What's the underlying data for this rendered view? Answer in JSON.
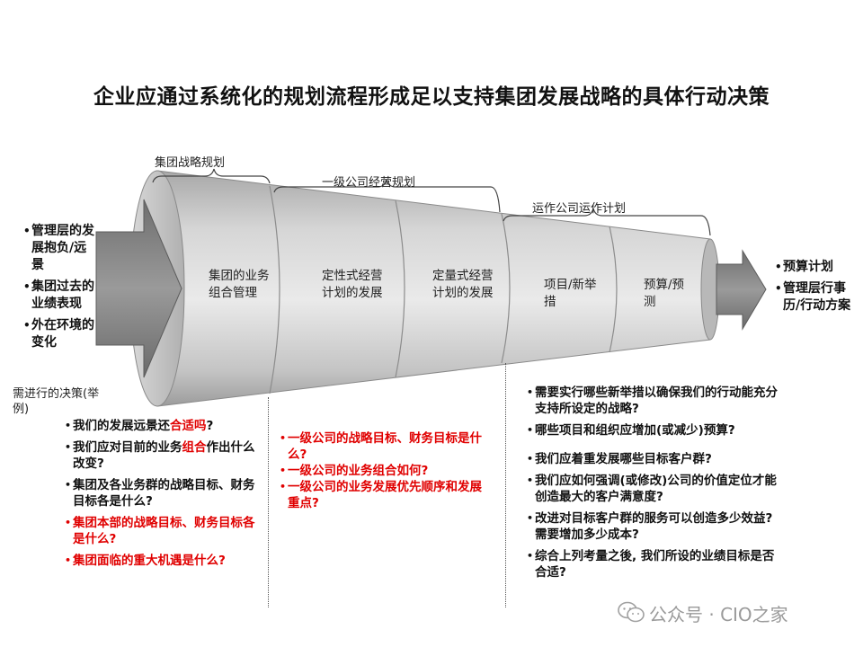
{
  "title": "企业应通过系统化的规划流程形成足以支持集团发展战略的具体行动决策",
  "phases": {
    "group_strategy": "集团战略规划",
    "tier1_business": "一级公司经营规划",
    "ops_plan": "运作公司运作计划"
  },
  "segments": [
    "集团的业务组合管理",
    "定性式经营计划的发展",
    "定量式经营计划的发展",
    "项目/新举措",
    "预算/预测"
  ],
  "inputs": [
    "管理层的发展抱负/远景",
    "集团过去的业绩表现",
    "外在环境的变化"
  ],
  "outputs": [
    "预算计划",
    "管理层行事历/行动方案"
  ],
  "decision_label": "需进行的决策(举例)",
  "group_questions": {
    "q1_prefix": "我们的发展远景还",
    "q1_red": "合适吗",
    "q1_suffix": "?",
    "q2_prefix": "我们应对目前的业务",
    "q2_red": "组合",
    "q2_suffix": "作出什么改变?",
    "q3": "集团及各业务群的战略目标、财务目标各是什么?",
    "q4": "集团本部的战略目标、财务目标各是什么?",
    "q5": "集团面临的重大机遇是什么?"
  },
  "tier1_questions": [
    "一级公司的战略目标、财务目标是什么?",
    "一级公司的业务组合如何?",
    "一级公司的业务发展优先顺序和发展重点?"
  ],
  "ops_questions": [
    "需要实行哪些新举措以确保我们的行动能充分支持所设定的战略?",
    "哪些项目和组织应增加(或减少)预算?",
    "我们应着重发展哪些目标客户群?",
    "我们应如何强调(或修改)公司的价值定位才能创造最大的客户满意度?",
    "改进对目标客户群的服务可以创造多少效益? 需要增加多少成本?",
    "综合上列考量之後, 我们所设的业绩目标是否合适?"
  ],
  "watermark": "公众号 · CIO之家",
  "colors": {
    "highlight_red": "#e00000",
    "arrow_gray": "#7a7a7a",
    "cone_gray": "#bdbdbd"
  }
}
